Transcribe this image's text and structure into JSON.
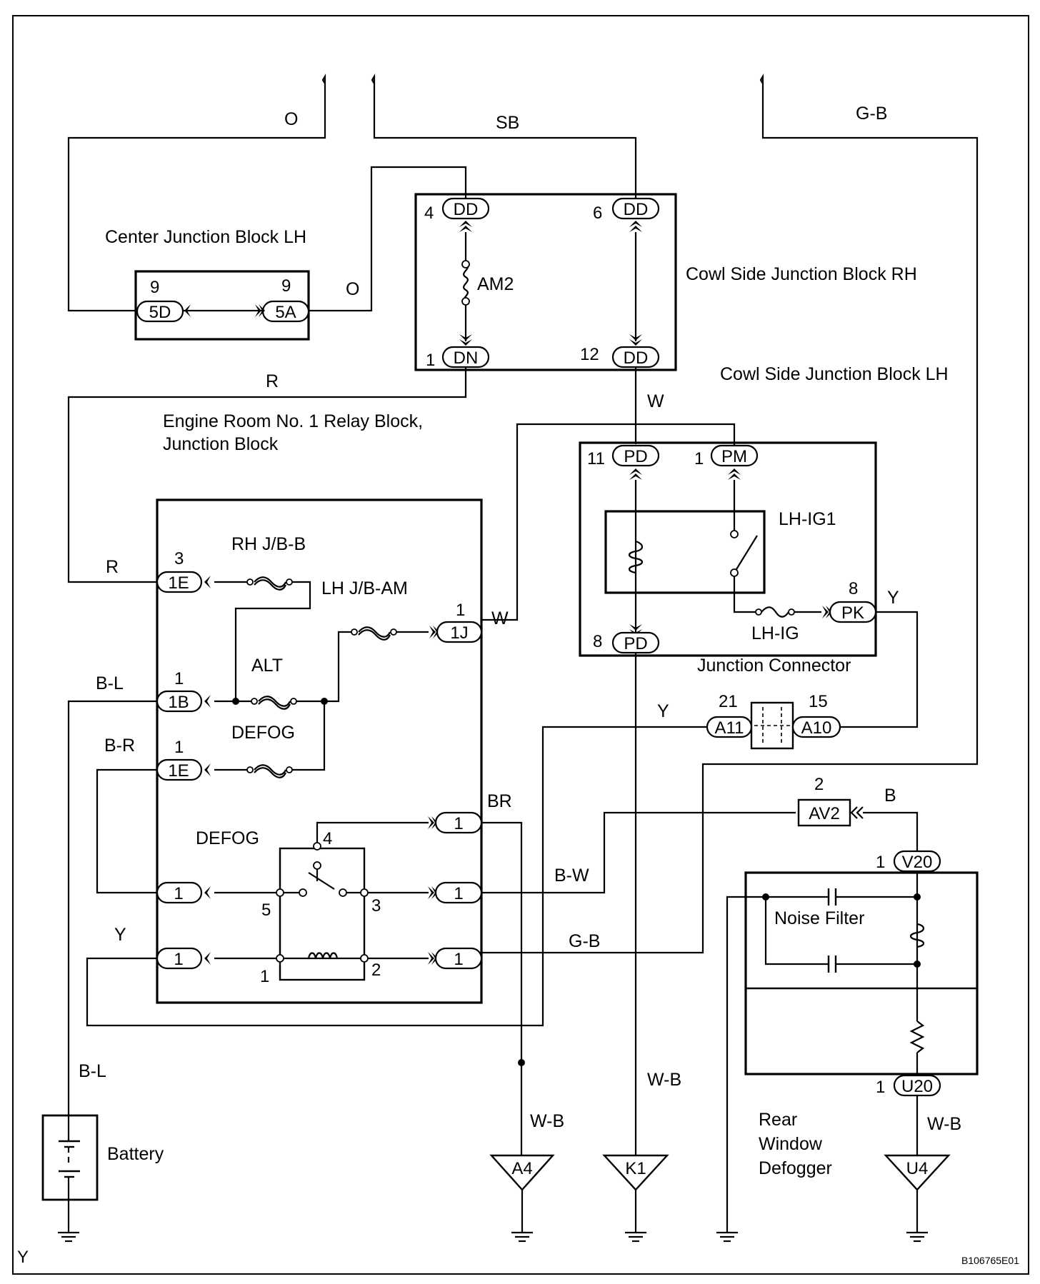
{
  "junction_blocks": {
    "center_lh": "Center Junction Block LH",
    "cowl_rh": "Cowl Side Junction Block RH",
    "cowl_lh": "Cowl Side Junction Block LH",
    "engine_room_line1": "Engine Room No. 1 Relay Block,",
    "engine_room_line2": "Junction Block",
    "junction_connector": "Junction Connector"
  },
  "components": {
    "am2": "AM2",
    "lh_ig1": "LH-IG1",
    "lh_ig": "LH-IG",
    "rh_jb_b": "RH J/B-B",
    "lh_jb_am": "LH J/B-AM",
    "alt": "ALT",
    "defog_fuse": "DEFOG",
    "defog_relay": "DEFOG",
    "noise_filter": "Noise Filter",
    "battery": "Battery",
    "rear_defogger_1": "Rear",
    "rear_defogger_2": "Window",
    "rear_defogger_3": "Defogger"
  },
  "wire_colors": {
    "o_top": "O",
    "o_mid": "O",
    "sb": "SB",
    "gb_top": "G-B",
    "r_top": "R",
    "r_left": "R",
    "w_top": "W",
    "w_1j": "W",
    "y_pk": "Y",
    "bl_top": "B-L",
    "br_left": "B-R",
    "y_a11": "Y",
    "br_right": "BR",
    "b_av2": "B",
    "bw": "B-W",
    "y_left": "Y",
    "gb_mid": "G-B",
    "bl_bottom": "B-L",
    "wb_a4": "W-B",
    "wb_k1": "W-B",
    "wb_u4": "W-B"
  },
  "connectors": {
    "c5d": "5D",
    "c5a": "5A",
    "dd4": "DD",
    "dd6": "DD",
    "dn1": "DN",
    "dd12": "DD",
    "pd11": "PD",
    "pm1": "PM",
    "pk8": "PK",
    "pd8": "PD",
    "e1e_top": "1E",
    "j1j": "1J",
    "b1b": "1B",
    "e1e_mid": "1E",
    "r_br": "1",
    "r_bw": "1",
    "r_gb": "1",
    "l_br": "1",
    "l_y": "1",
    "a11": "A11",
    "a10": "A10",
    "av2": "AV2",
    "v20": "V20",
    "u20": "U20"
  },
  "pins": {
    "p5d": "9",
    "p5a": "9",
    "p_dd4": "4",
    "p_dd6": "6",
    "p_dn": "1",
    "p_dd12": "12",
    "p_pd11": "11",
    "p_pm": "1",
    "p_pk": "8",
    "p_pd8": "8",
    "p_1e_top": "3",
    "p_1j": "1",
    "p_1b": "1",
    "p_1e_mid": "1",
    "p_a11": "21",
    "p_a10": "15",
    "p_av2": "2",
    "p_v20": "1",
    "p_u20": "1",
    "relay_4": "4",
    "relay_5": "5",
    "relay_3": "3",
    "relay_1": "1",
    "relay_2": "2"
  },
  "grounds": {
    "a4": "A4",
    "k1": "K1",
    "u4": "U4"
  },
  "corner_marks": {
    "bottom_left": "Y",
    "figure_id": "B106765E01"
  }
}
